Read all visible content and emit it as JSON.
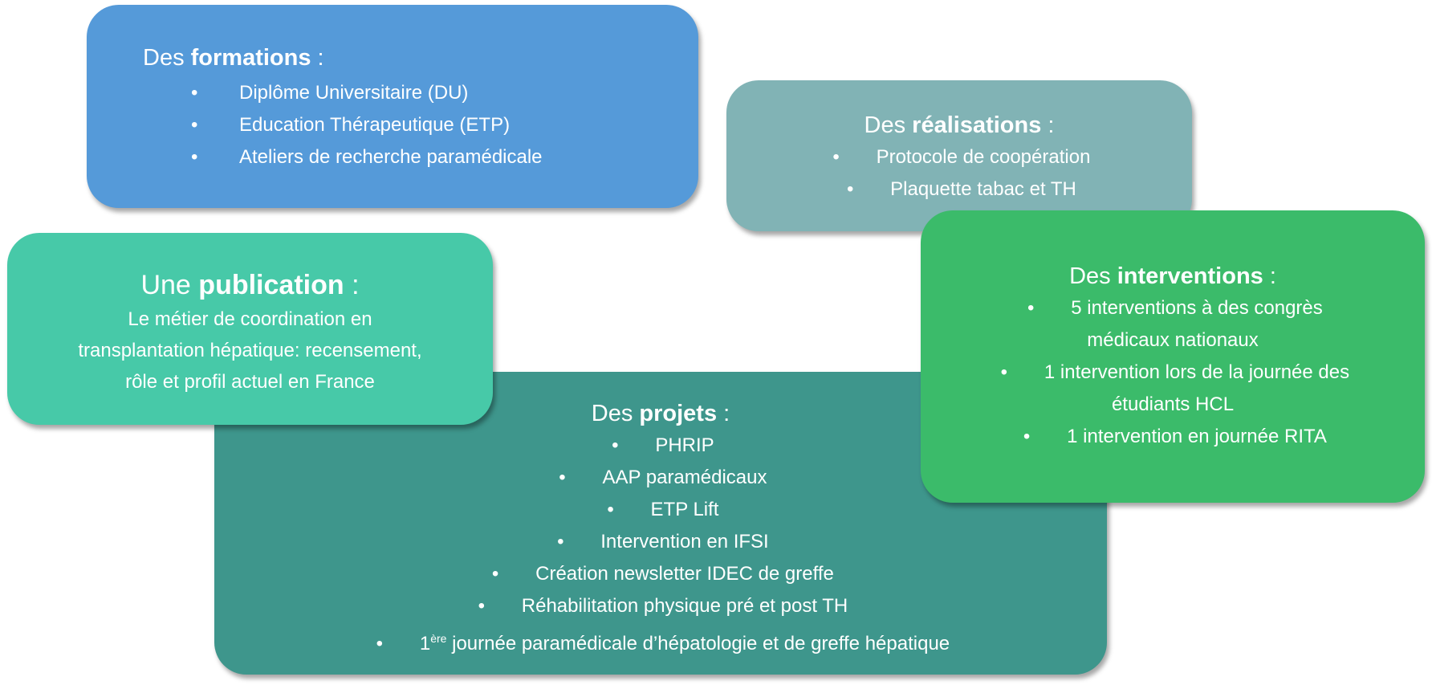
{
  "formations": {
    "title_prefix": "Des ",
    "title_bold": "formations",
    "title_suffix": " :",
    "items": [
      "Diplôme Universitaire (DU)",
      "Education Thérapeutique (ETP)",
      "Ateliers de recherche paramédicale"
    ]
  },
  "realisations": {
    "title_prefix": "Des ",
    "title_bold": "réalisations",
    "title_suffix": " :",
    "items": [
      "Protocole de coopération",
      "Plaquette tabac et TH"
    ]
  },
  "publication": {
    "title_prefix": "Une ",
    "title_bold": "publication",
    "title_suffix": " :",
    "lines": [
      "Le métier de coordination en",
      "transplantation hépatique: recensement,",
      "rôle et profil actuel en France"
    ]
  },
  "interventions": {
    "title_prefix": "Des ",
    "title_bold": "interventions",
    "title_suffix": " :",
    "items": [
      {
        "line1": "5 interventions à des congrès",
        "line2": "médicaux nationaux"
      },
      {
        "line1": "1 intervention lors de la journée des",
        "line2": "étudiants HCL"
      },
      {
        "line1": "1 intervention en journée RITA",
        "line2": ""
      }
    ]
  },
  "projets": {
    "title_prefix": "Des ",
    "title_bold": "projets",
    "title_suffix": " :",
    "items": [
      "PHRIP",
      "AAP paramédicaux",
      "ETP Lift",
      "Intervention en IFSI",
      "Création newsletter IDEC de greffe",
      "Réhabilitation physique pré et post TH"
    ],
    "last_item_num": "1",
    "last_item_sup": "ère",
    "last_item_rest": " journée paramédicale d’hépatologie et de greffe hépatique"
  },
  "bullet": "•",
  "colors": {
    "formations": "#559AD9",
    "realisations": "#81B3B5",
    "publication": "#47C9A8",
    "interventions": "#3BBB6A",
    "projets": "#3E968C"
  }
}
